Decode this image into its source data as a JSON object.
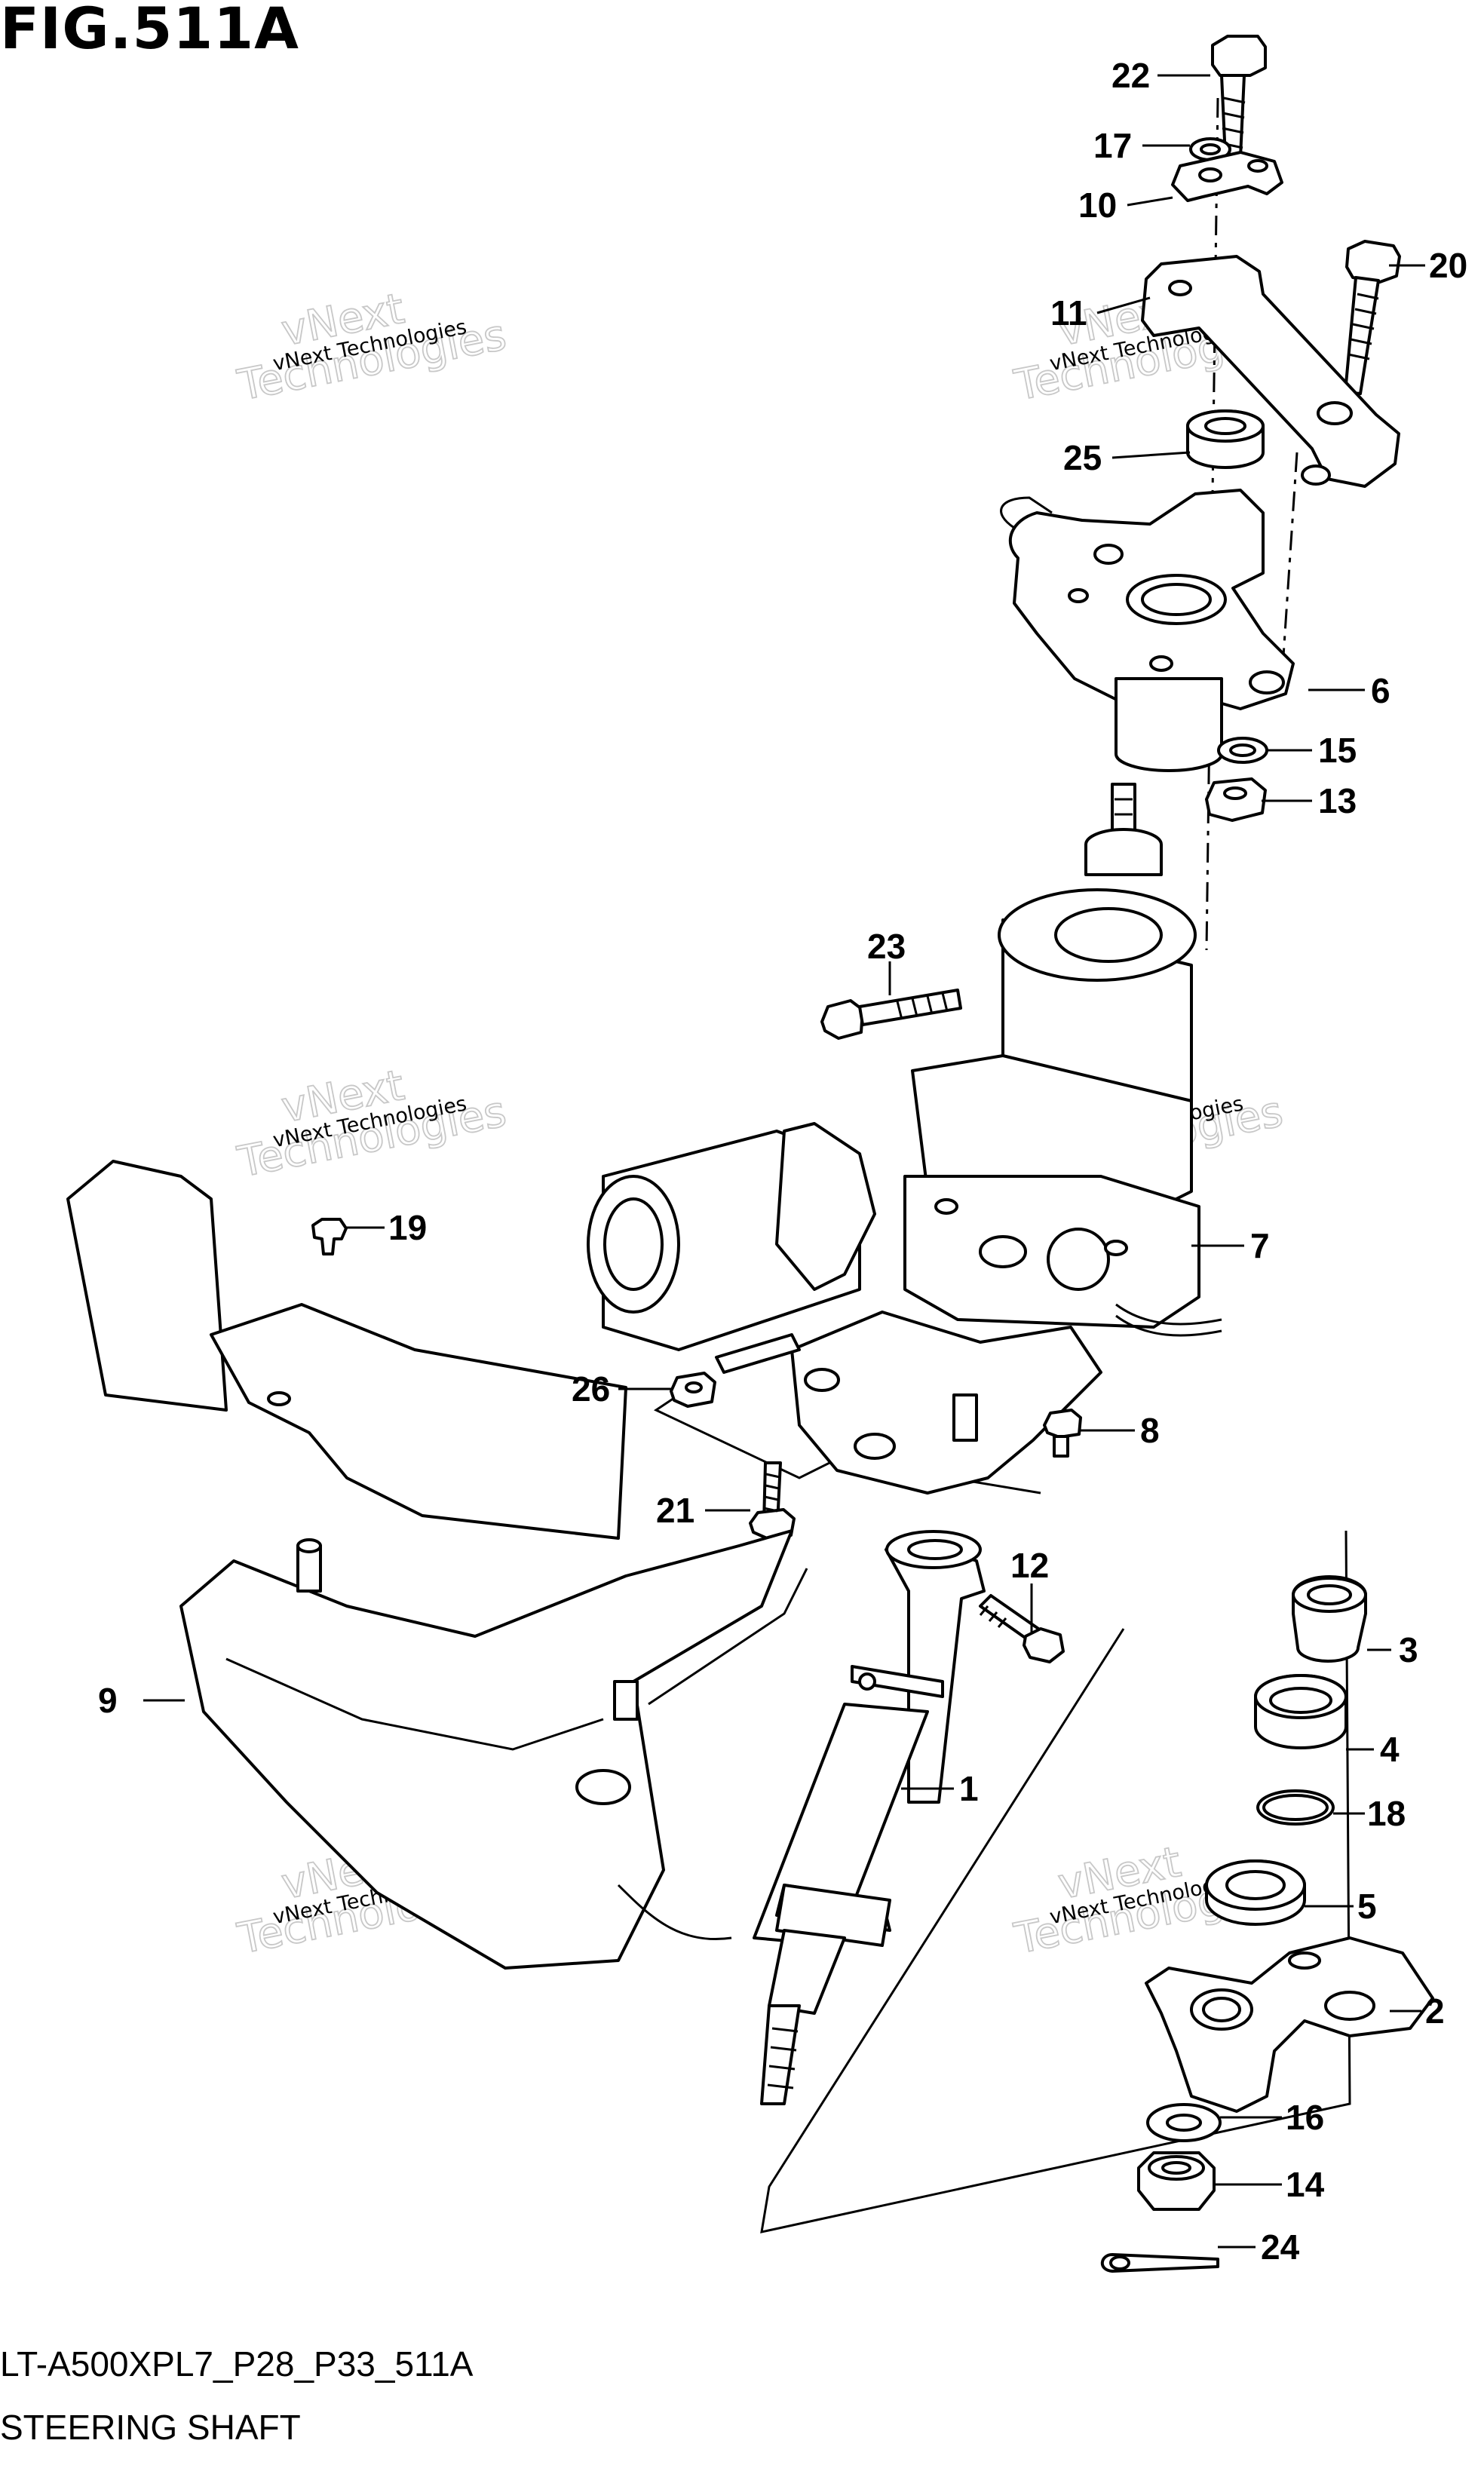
{
  "figure": {
    "title": "FIG.511A",
    "code": "LT-A500XPL7_P28_P33_511A",
    "name": "STEERING SHAFT"
  },
  "watermark": {
    "line1": "vNext Technologies",
    "line2a": "vNext",
    "line2b": "Technologies"
  },
  "callouts": [
    {
      "id": "c22",
      "label": "22"
    },
    {
      "id": "c17",
      "label": "17"
    },
    {
      "id": "c10",
      "label": "10"
    },
    {
      "id": "c20",
      "label": "20"
    },
    {
      "id": "c11",
      "label": "11"
    },
    {
      "id": "c25",
      "label": "25"
    },
    {
      "id": "c6",
      "label": "6"
    },
    {
      "id": "c15",
      "label": "15"
    },
    {
      "id": "c13",
      "label": "13"
    },
    {
      "id": "c23",
      "label": "23"
    },
    {
      "id": "c19",
      "label": "19"
    },
    {
      "id": "c7",
      "label": "7"
    },
    {
      "id": "c26",
      "label": "26"
    },
    {
      "id": "c8",
      "label": "8"
    },
    {
      "id": "c21",
      "label": "21"
    },
    {
      "id": "c12",
      "label": "12"
    },
    {
      "id": "c3",
      "label": "3"
    },
    {
      "id": "c9",
      "label": "9"
    },
    {
      "id": "c4",
      "label": "4"
    },
    {
      "id": "c1",
      "label": "1"
    },
    {
      "id": "c18",
      "label": "18"
    },
    {
      "id": "c5",
      "label": "5"
    },
    {
      "id": "c2",
      "label": "2"
    },
    {
      "id": "c16",
      "label": "16"
    },
    {
      "id": "c14",
      "label": "14"
    },
    {
      "id": "c24",
      "label": "24"
    }
  ]
}
